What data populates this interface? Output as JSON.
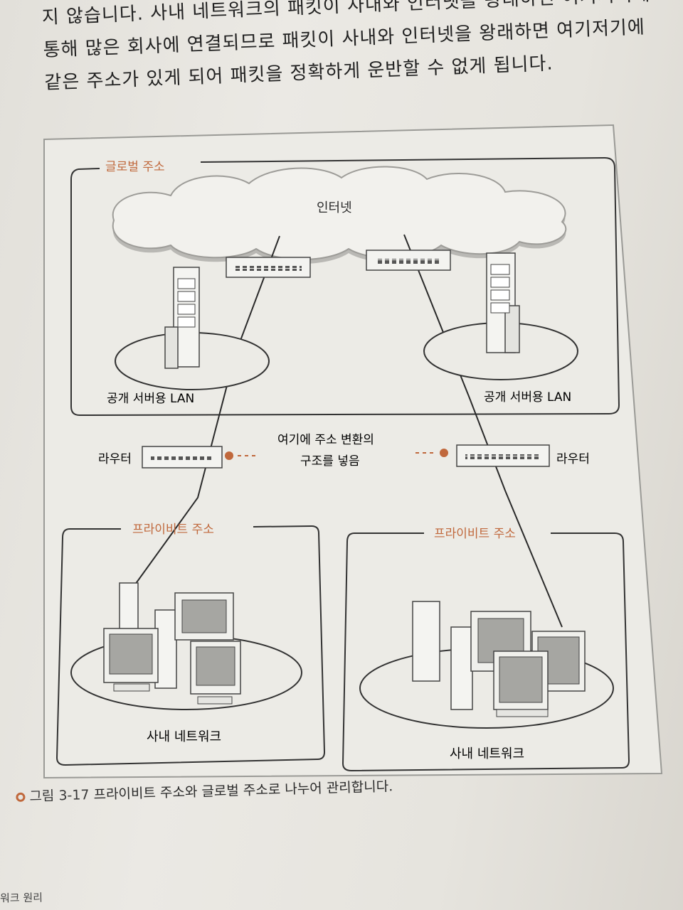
{
  "body_text": {
    "line1": "지 않습니다. 사내 네트워크의 패킷이 사내와 인터넷을 왕래하면 여기저기에",
    "line2": "통해 많은 회사에 연결되므로 패킷이 사내와 인터넷을 왕래하면 여기저기에",
    "line3": "같은 주소가 있게 되어 패킷을 정확하게 운반할 수 없게 됩니다."
  },
  "diagram": {
    "global_label": "글로벌 주소",
    "internet_label": "인터넷",
    "public_lan_left": "공개 서버용 LAN",
    "public_lan_right": "공개 서버용 LAN",
    "router_left": "라우터",
    "router_right": "라우터",
    "note_line1": "여기에 주소 변환의",
    "note_line2": "구조를 넣음",
    "private_label_left": "프라이비트 주소",
    "private_label_right": "프라이비트 주소",
    "internal_net_left": "사내 네트워크",
    "internal_net_right": "사내 네트워크",
    "accent_color": "#c0683c"
  },
  "caption": {
    "figure_number": "그림 3-17",
    "text": "프라이비트 주소와 글로벌 주소로 나누어 관리합니다."
  },
  "footer": {
    "text": "워크 원리"
  }
}
